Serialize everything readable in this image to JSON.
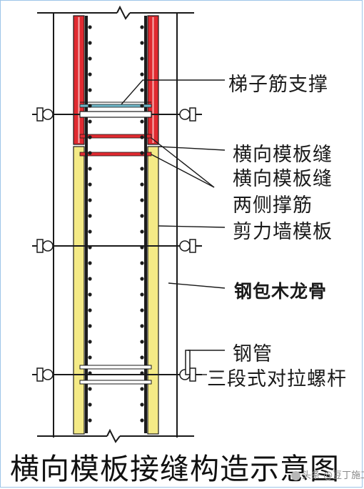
{
  "labels": {
    "ladder_support": "梯子筋支撑",
    "horizontal_seam": "横向模板缝",
    "seam_side_bar_line1": "横向模板缝",
    "seam_side_bar_line2": "两侧撑筋",
    "shear_wall_formwork": "剪力墙模板",
    "steel_wood_keel": "钢包木龙骨",
    "steel_pipe": "钢管",
    "three_section_tie_rod": "三段式对拉螺杆"
  },
  "caption": "横向模板接缝构造示意图",
  "watermark": "头条 @豆丁施工",
  "colors": {
    "wood_keel": "#f4ea86",
    "formwork_red": "#e02a30",
    "rebar": "#1c1c1c",
    "ladder_bar": "#6fb7c9",
    "frame_border": "#9ec5e8"
  }
}
